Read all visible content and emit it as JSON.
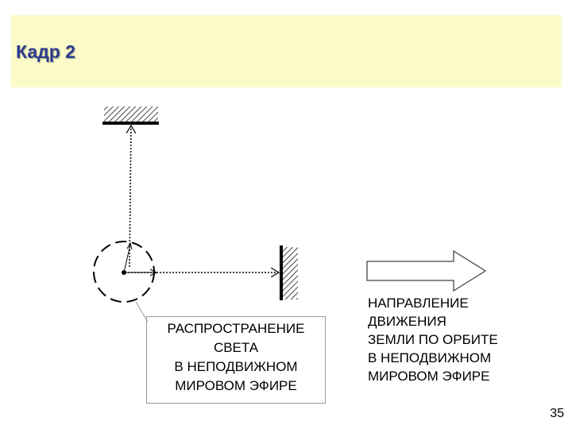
{
  "slide": {
    "title": "Кадр 2",
    "page_number": "35"
  },
  "callout": {
    "lines": [
      "РАСПРОСТРАНЕНИЕ",
      "СВЕТА",
      "В НЕПОДВИЖНОМ",
      "МИРОВОМ  ЭФИРЕ"
    ]
  },
  "direction_label": {
    "lines": [
      "НАПРАВЛЕНИЕ",
      "ДВИЖЕНИЯ",
      "ЗЕМЛИ  ПО ОРБИТЕ",
      "В  НЕПОДВИЖНОМ",
      "МИРОВОМ  ЭФИРЕ"
    ]
  },
  "colors": {
    "title_background": "#fafbc8",
    "title_text": "#2e3b8e",
    "line": "#000000",
    "callout_border": "#9a9a9a"
  }
}
